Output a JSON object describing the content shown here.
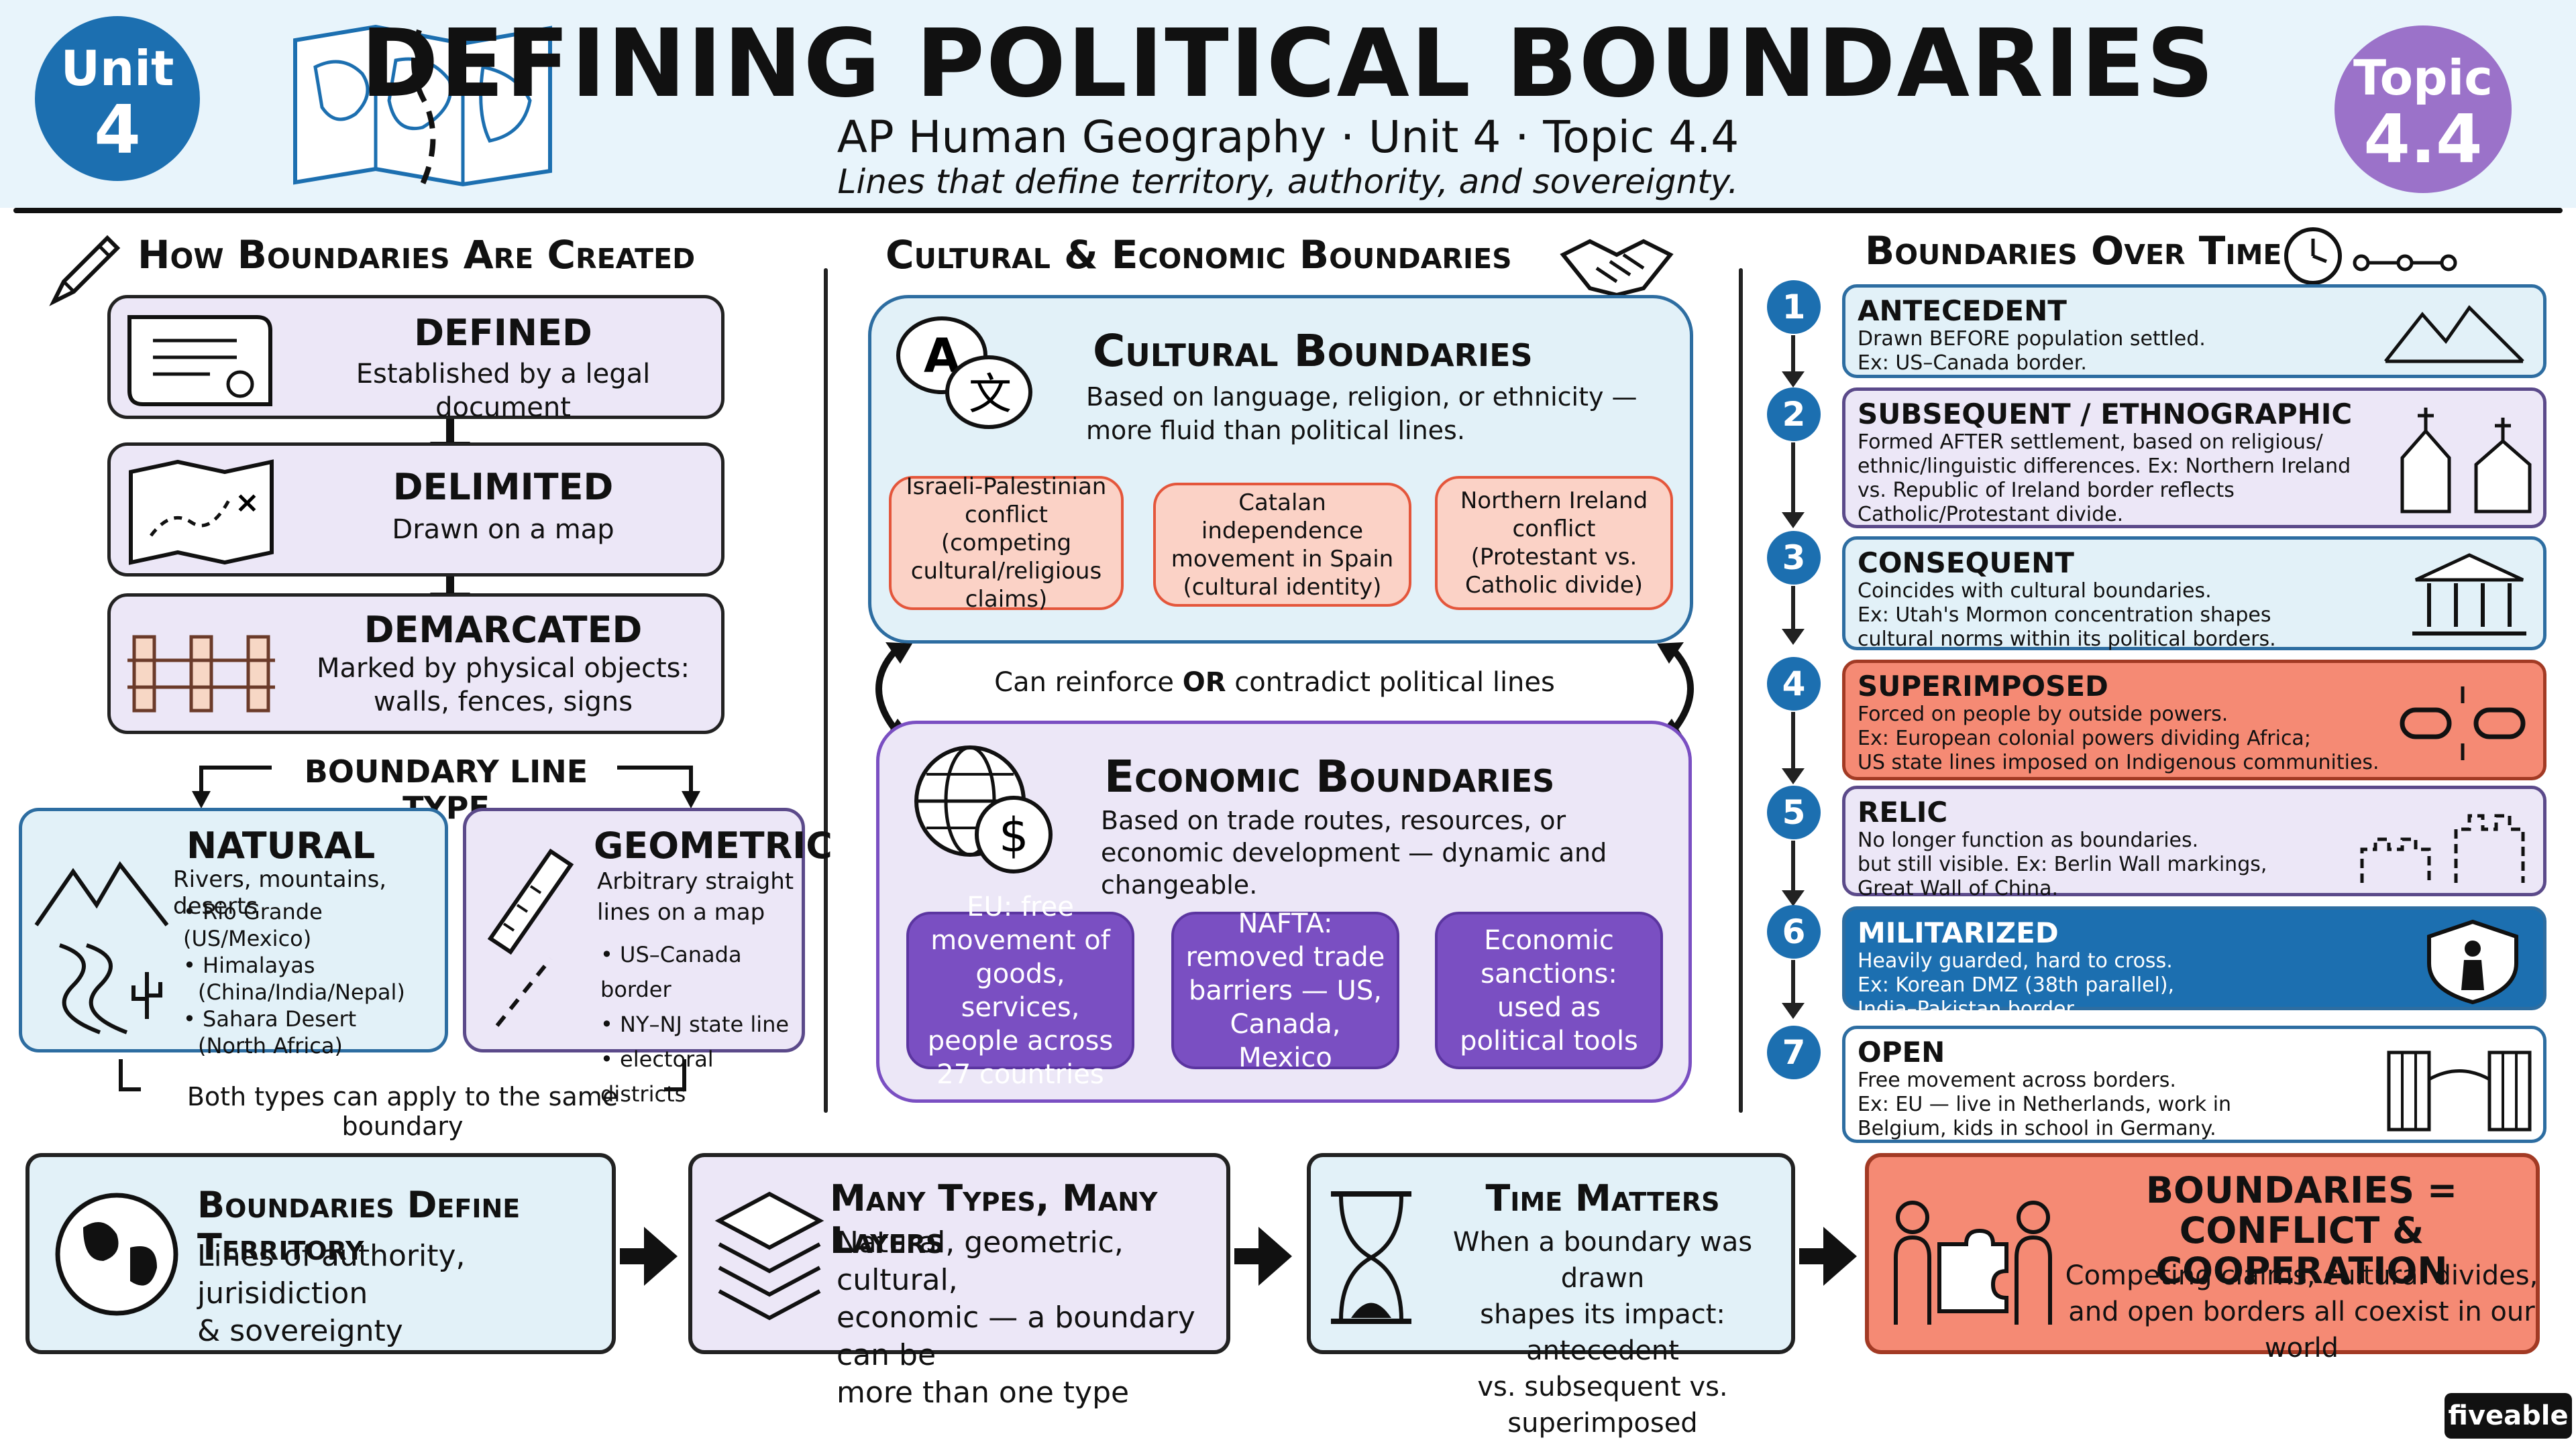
{
  "header": {
    "title": "DEFINING POLITICAL BOUNDARIES",
    "subtitle": "AP Human Geography  ·  Unit 4  ·  Topic 4.4",
    "tagline": "Lines that define territory, authority, and sovereignty.",
    "unit_badge": {
      "label": "Unit",
      "number": "4"
    },
    "topic_badge": {
      "label": "Topic",
      "number": "4.4"
    }
  },
  "left": {
    "heading": "How Boundaries Are Created",
    "defined": {
      "title": "DEFINED",
      "desc": "Established by a legal document"
    },
    "delimited": {
      "title": "DELIMITED",
      "desc": "Drawn on a map"
    },
    "demarcated": {
      "title": "DEMARCATED",
      "desc_1": "Marked by physical objects:",
      "desc_2": "walls, fences, signs"
    },
    "line_type_label": "BOUNDARY LINE TYPE",
    "natural": {
      "title": "NATURAL",
      "desc": "Rivers, mountains, deserts",
      "items": [
        "• Rio Grande (US/Mexico)",
        "• Himalayas",
        "(China/India/Nepal)",
        "• Sahara Desert",
        "(North Africa)"
      ]
    },
    "geometric": {
      "title": "GEOMETRIC",
      "desc_1": "Arbitrary straight",
      "desc_2": "lines on a map",
      "items": [
        "• US–Canada border",
        "• NY–NJ state line",
        "• electoral districts"
      ]
    },
    "both_note": "Both types can apply to the same boundary"
  },
  "middle": {
    "heading": "Cultural & Economic Boundaries",
    "cultural": {
      "title": "Cultural Boundaries",
      "desc_1": "Based on language, religion, or ethnicity —",
      "desc_2": "more fluid than political lines.",
      "bubbles": [
        "Israeli-Palestinian conflict (competing cultural/religious claims)",
        "Catalan independence movement in Spain (cultural identity)",
        "Northern Ireland conflict (Protestant vs. Catholic divide)"
      ]
    },
    "reinforce": {
      "before": "Can reinforce ",
      "emph": "OR",
      "after": " contradict political lines"
    },
    "economic": {
      "title": "Economic Boundaries",
      "desc_1": "Based on trade routes, resources, or",
      "desc_2": "economic development — dynamic and",
      "desc_3": "changeable.",
      "bubbles": [
        "EU: free movement of goods, services, people across 27 countries",
        "NAFTA: removed trade barriers — US, Canada, Mexico",
        "Economic sanctions: used as political tools"
      ]
    }
  },
  "right": {
    "heading": "Boundaries Over Time",
    "items": [
      {
        "num": "1",
        "title": "ANTECEDENT",
        "desc": [
          "Drawn BEFORE population settled.",
          "Ex: US–Canada border."
        ]
      },
      {
        "num": "2",
        "title": "SUBSEQUENT / ETHNOGRAPHIC",
        "desc": [
          "Formed AFTER settlement, based on religious/",
          "ethnic/linguistic differences. Ex: Northern Ireland",
          "vs. Republic of Ireland border reflects",
          "Catholic/Protestant divide."
        ]
      },
      {
        "num": "3",
        "title": "CONSEQUENT",
        "desc": [
          "Coincides with cultural boundaries.",
          "Ex: Utah's Mormon concentration shapes",
          "cultural norms within its political borders."
        ]
      },
      {
        "num": "4",
        "title": "SUPERIMPOSED",
        "desc": [
          "Forced on people by outside powers.",
          "Ex: European colonial powers dividing Africa;",
          "US state lines imposed on Indigenous communities."
        ]
      },
      {
        "num": "5",
        "title": "RELIC",
        "desc": [
          "No longer function as boundaries.",
          "but still visible. Ex: Berlin Wall markings,",
          "Great Wall of China."
        ]
      },
      {
        "num": "6",
        "title": "MILITARIZED",
        "desc": [
          "Heavily guarded, hard to cross.",
          "Ex: Korean DMZ (38th parallel),",
          "India–Pakistan border."
        ]
      },
      {
        "num": "7",
        "title": "OPEN",
        "desc": [
          "Free movement across borders.",
          "Ex: EU — live in Netherlands, work in",
          "Belgium, kids in school in Germany."
        ]
      }
    ]
  },
  "bottom": {
    "b1": {
      "title": "Boundaries Define Territory",
      "desc_1": "Lines of authority, jurisidiction",
      "desc_2": "& sovereignty"
    },
    "b2": {
      "title": "Many Types, Many Layers",
      "desc_1": "Natural, geometric, cultural,",
      "desc_2": "economic — a boundary can be",
      "desc_3": "more than one type"
    },
    "b3": {
      "title": "Time Matters",
      "desc_1": "When a boundary was drawn",
      "desc_2": "shapes its impact: antecedent",
      "desc_3": "vs. subsequent vs. superimposed"
    },
    "b4": {
      "title_1": "BOUNDARIES =",
      "title_2": "CONFLICT & COOPERATION",
      "desc_1": "Competing claims, cultural divides,",
      "desc_2": "and open borders all coexist in our world"
    }
  },
  "brand": "fiveable",
  "colors": {
    "blue": "#1c6fb0",
    "purple": "#9b72c9",
    "lavender": "#ece7f7",
    "light_blue": "#e2f1f8",
    "salmon": "#f58a74",
    "deep_purple": "#7a4fc2"
  }
}
